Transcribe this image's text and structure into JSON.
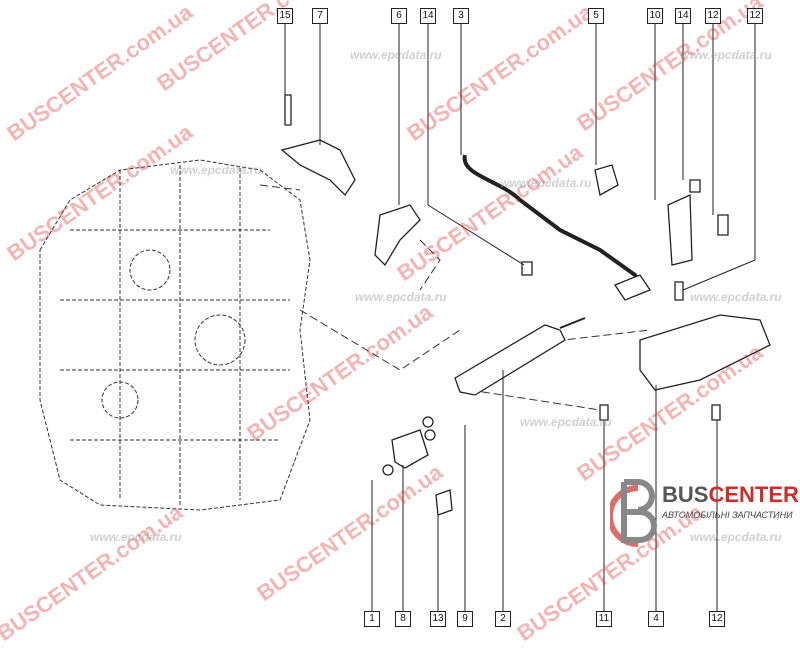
{
  "diagram": {
    "callouts_top": [
      "15",
      "7",
      "6",
      "14",
      "3",
      "5",
      "10",
      "14",
      "12",
      "12"
    ],
    "callouts_bottom": [
      "1",
      "8",
      "13",
      "9",
      "2",
      "11",
      "4",
      "12"
    ]
  },
  "watermarks": {
    "site": "BUSCENTER.com.ua",
    "epc": "www.epcdata.ru"
  },
  "logo": {
    "brand_a": "BUS",
    "brand_b": "CENTER",
    "tagline": "АВТОМОБІЛЬНІ ЗАПЧАСТИНИ",
    "accent": "#c9302c"
  }
}
